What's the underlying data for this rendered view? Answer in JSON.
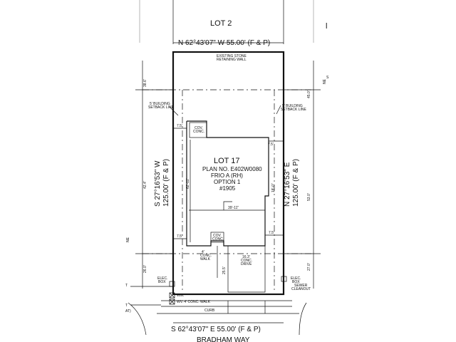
{
  "plat": {
    "lot_north": "LOT 2",
    "edge_mark": "l",
    "north_line": "N 62°43'07\" W 55.00' (F & P)",
    "south_line": "S 62°43'07\" E 55.00' (F & P)",
    "west_line": [
      "S 27°16'53\" W",
      "125.00' (F & P)"
    ],
    "east_line": [
      "N 27°16'53\" E",
      "125.00' (F & P)"
    ],
    "street": "BRADHAM WAY",
    "retaining_wall": [
      "EXISTING STONE",
      "RETAINING WALL"
    ],
    "setback_left": [
      "5' BUILDING",
      "SETBACK LINE"
    ],
    "setback_right": [
      "5' BUILDING",
      "SETBACK LINE"
    ],
    "lot_title": "LOT 17",
    "plan_details": [
      "PLAN NO. E402W0080",
      "FRIO A (RH)",
      "OPTION 1",
      "#1905"
    ],
    "cov_conc_top": [
      "COV.",
      "CONC."
    ],
    "cov_conc_bottom": [
      "COV.",
      "CONC."
    ],
    "walk": [
      "4'",
      "CONC.",
      "WALK"
    ],
    "drive": [
      "16.3'",
      "CONC.",
      "DRIVE"
    ],
    "elec_box_left": [
      "ELEC.",
      "BOX"
    ],
    "elec_box_right": [
      "ELEC.",
      "BOX"
    ],
    "sewer_cleanout": [
      "SEWER",
      "CLEANOUT"
    ],
    "wm": "WM.",
    "wv_walk": "WV. 4' CONC. WALK",
    "curb": "CURB",
    "dims": {
      "d7_5_top_left": "7.5'",
      "d7_5_top_right": "7.5'",
      "d7_5_bot_left": "7.5'",
      "d7_5_bot_right": "7.5'",
      "house_depth": "62'-11\"",
      "house_width": "39'-11\"",
      "side_small": "18'-0\"",
      "drive_len": "25.5'",
      "left_top": "38.6'",
      "left_mid": "42.4'",
      "left_bot": "26.0'",
      "right_top": "45.0'",
      "right_mid": "53.0'",
      "right_bot": "27.0'"
    },
    "ne_left": "NE",
    "ne_right": "NE",
    "ne_right_small": "S",
    "t_label_1": "T",
    "t_label_2": "T",
    "t_at": "AT)"
  }
}
